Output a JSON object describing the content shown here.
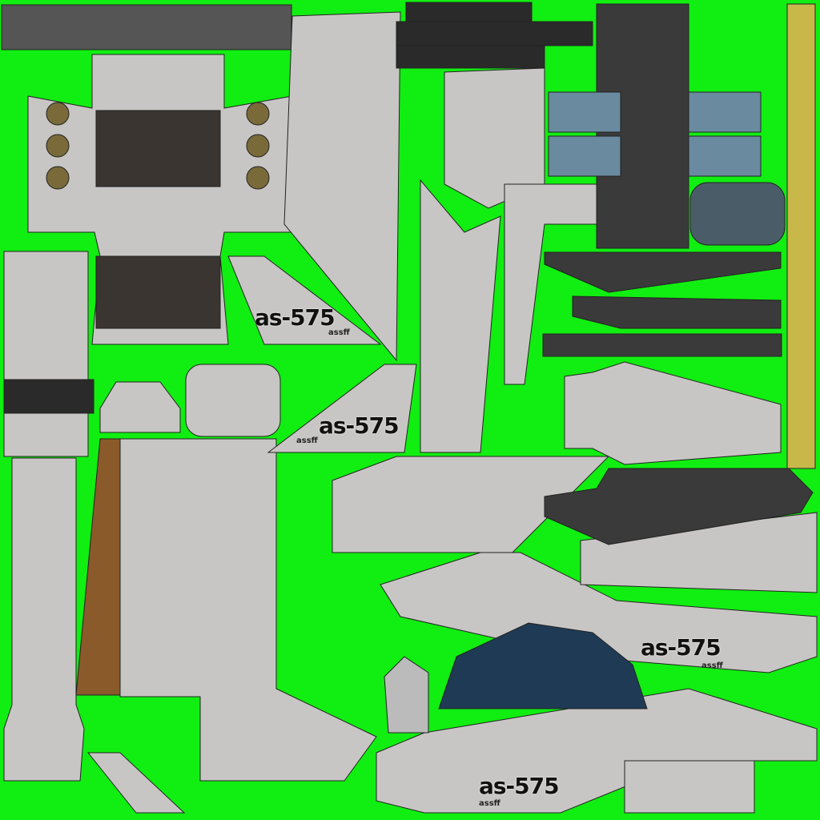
{
  "texture": {
    "markings": [
      "as-575",
      "as-575",
      "as-575",
      "as-575"
    ],
    "sub_markings": [
      "assff",
      "assff",
      "assff",
      "assff"
    ],
    "colors": {
      "background": "#11ee11",
      "panel": "#c8c6c4",
      "edge": "#222222",
      "dark": "#3a3a3a",
      "glass": "#1e3a55",
      "stripe": "#8a5a2a",
      "bars": "#c8b84a"
    }
  }
}
